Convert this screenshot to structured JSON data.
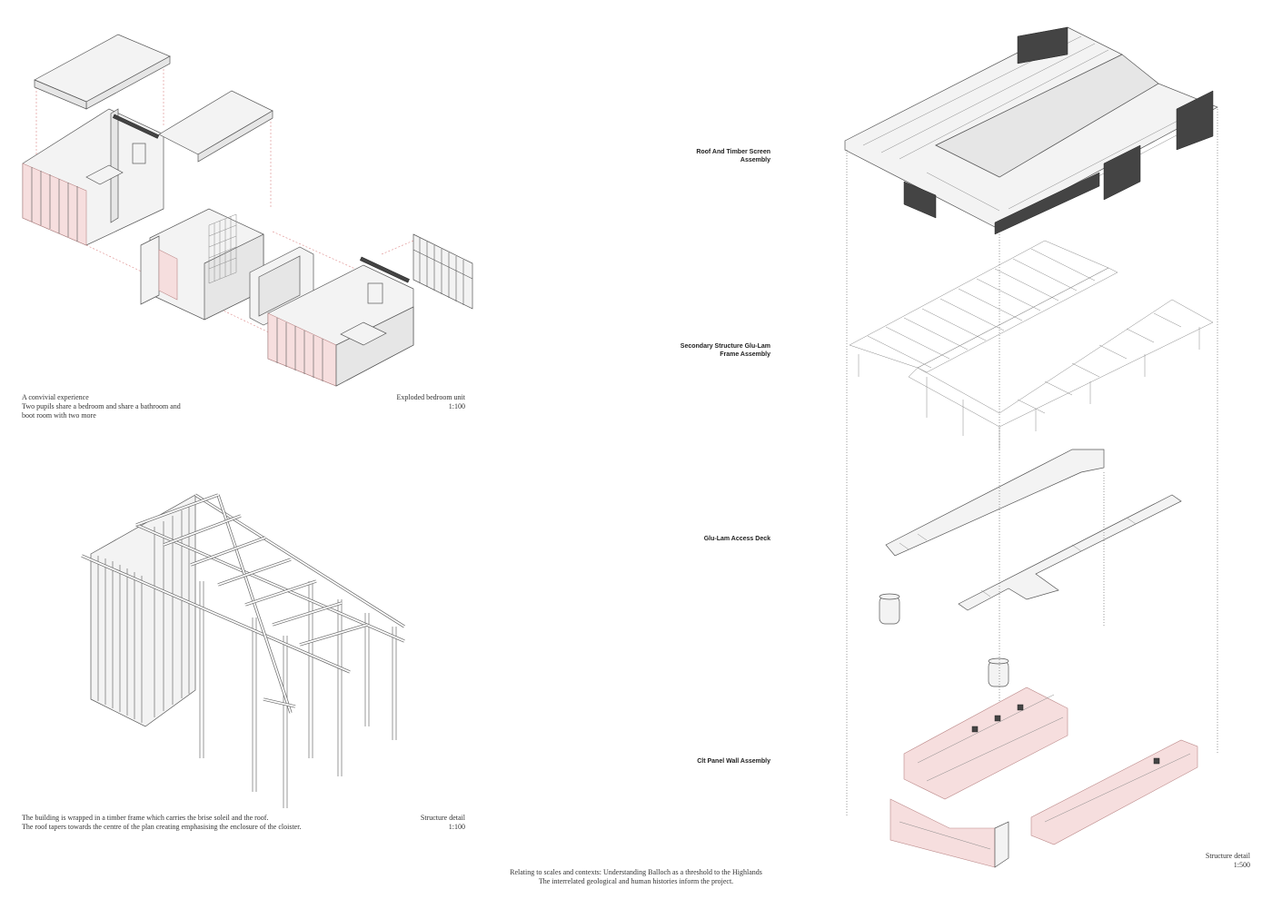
{
  "bedroom": {
    "caption_title": "A convivial experience",
    "caption_line1": "Two pupils share a bedroom and share a bathroom and",
    "caption_line2": "boot room with two more",
    "label": "Exploded bedroom unit",
    "scale": "1:100"
  },
  "structure": {
    "caption_line1": "The building is wrapped in a timber frame which  carries the brise soleil and the roof.",
    "caption_line2": "The roof tapers towards the centre of the plan creating emphasising the enclosure of the cloister.",
    "label": "Structure detail",
    "scale": "1:100"
  },
  "assembly": {
    "layers": [
      {
        "line1": "Roof And Timber Screen",
        "line2": "Assembly"
      },
      {
        "line1": "Secondary Structure Glu-Lam",
        "line2": "Frame Assembly"
      },
      {
        "line1": "Glu-Lam Access Deck",
        "line2": ""
      },
      {
        "line1": "Clt Panel Wall Assembly",
        "line2": ""
      }
    ],
    "label": "Structure detail",
    "scale": "1:500"
  },
  "footer": {
    "line1": "Relating to scales and contexts: Understanding Balloch as a threshold to the Highlands",
    "line2": "The interrelated geological and human histories inform the project."
  }
}
